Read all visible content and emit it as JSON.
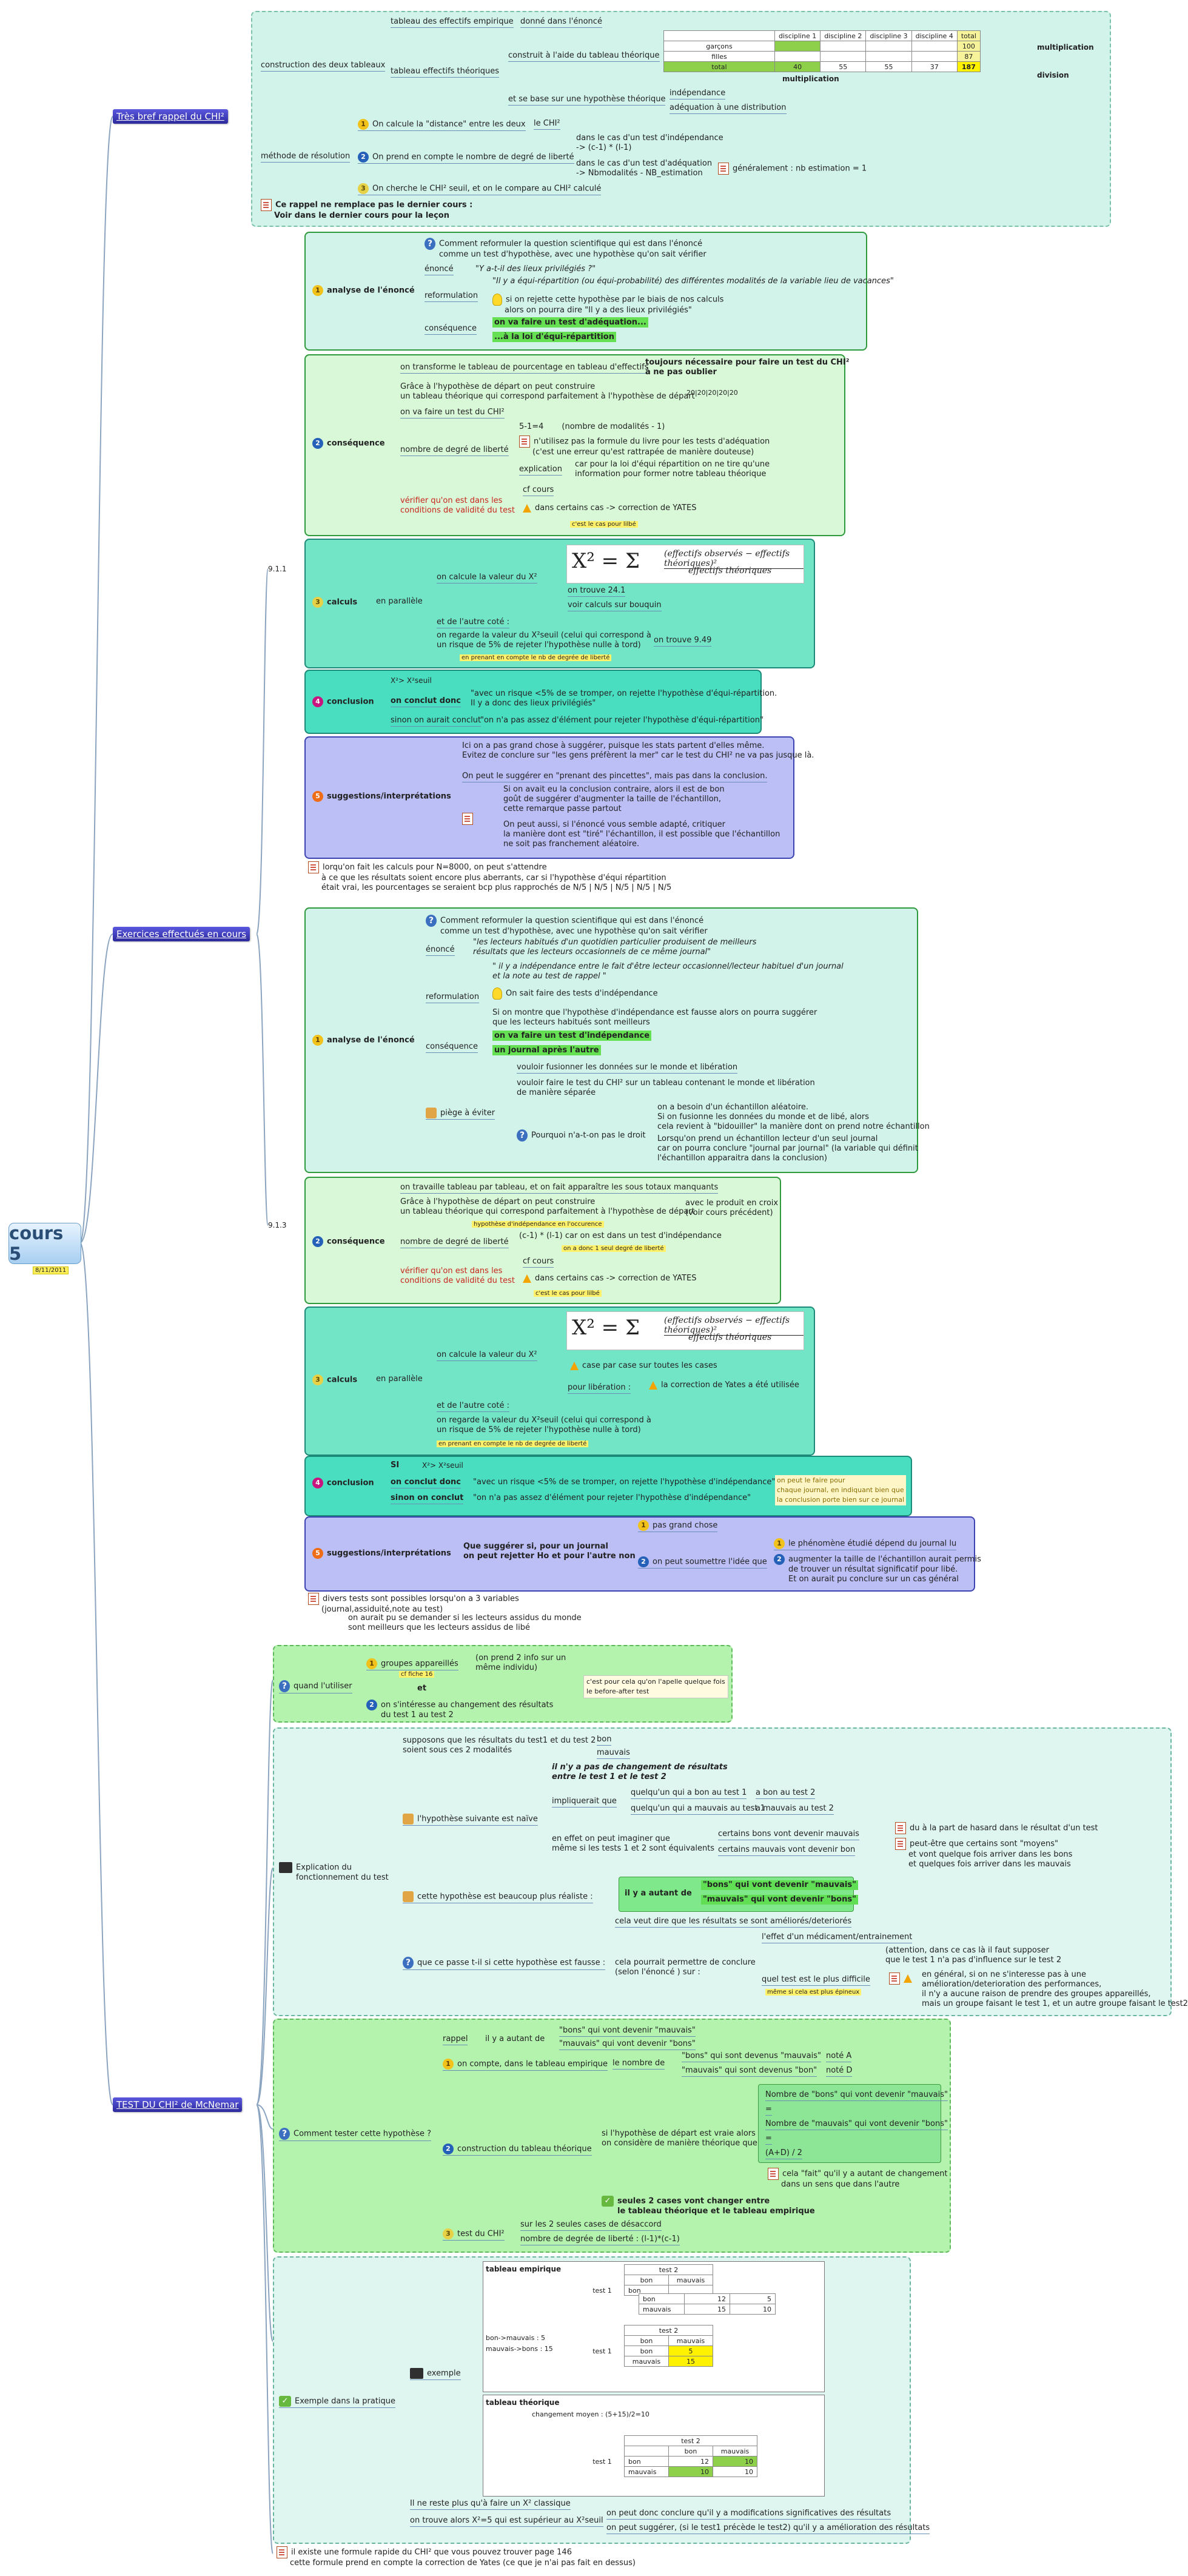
{
  "central": {
    "title": "cours 5",
    "date": "8/11/2011"
  },
  "sections": {
    "s1": "Très bref rappel du CHI²",
    "s2": "Exercices effectués en cours",
    "s3": "TEST DU CHI² de McNemar"
  },
  "rappel": {
    "construction": "construction des deux tableaux",
    "tab_emp": "tableau des effectifs empirique",
    "donne": "donné dans l'énoncé",
    "tab_theo": "tableau effectifs théoriques",
    "construit": "construit à l'aide du tableau théorique",
    "base": "et se base sur une hypothèse théorique",
    "indep": "indépendance",
    "adeq": "adéquation à une distribution",
    "methode": "méthode de résolution",
    "m1": "On calcule la \"distance\" entre les deux",
    "m1b": "le CHI²",
    "m2": "On prend en compte le nombre de degré de liberté",
    "m2a": "dans le cas d'un test d'indépendance",
    "m2a2": "-> (c-1) * (l-1)",
    "m2b": "dans le cas d'un test d'adéquation",
    "m2b2": "-> Nbmodalités - NB_estimation",
    "m2note": "généralement : nb estimation = 1",
    "m3": "On cherche le CHI² seuil, et on le compare au CHI² calculé",
    "note": "Ce rappel ne remplace pas le dernier cours :",
    "note2": "Voir dans le dernier cours pour la leçon",
    "table": {
      "headers": [
        "discipline 1",
        "discipline 2",
        "discipline 3",
        "discipline 4",
        "total"
      ],
      "rows": [
        [
          "garçons",
          "",
          "",
          "",
          "",
          "100"
        ],
        [
          "filles",
          "",
          "",
          "",
          "",
          "87"
        ],
        [
          "total",
          "40",
          "55",
          "55",
          "37",
          "187"
        ]
      ],
      "mult": "multiplication",
      "div": "division",
      "mult2": "multiplication"
    }
  },
  "ex1": {
    "label": "9.1.1",
    "a_title": "analyse de l'énoncé",
    "a_q": "Comment reformuler la question scientifique qui est dans l'énoncé",
    "a_q2": "comme un test d'hypothèse, avec une hypothèse qu'on sait vérifier",
    "enonce": "énoncé",
    "enonce_t": "\"Y a-t-il des lieux privilégiés ?\"",
    "reform": "reformulation",
    "reform_t": "\"Il y a équi-répartition (ou équi-probabilité) des différentes modalités de la variable lieu de vacances\"",
    "reform_b": "si on rejette cette hypothèse par le biais de nos calculs",
    "reform_b2": "alors on pourra dire \"Il y a des lieux privilégiés\"",
    "conseq": "conséquence",
    "conseq1": "on va faire un test d'adéquation...",
    "conseq2": "...à la loi d'équi-répartition",
    "c_title": "conséquence",
    "c1": "on transforme le tableau de pourcentage en tableau d'effectifs",
    "c1b": "toujours nécessaire pour faire un test du CHI²",
    "c1c": "à ne pas oublier",
    "c2": "Grâce à l'hypothèse de départ on peut construire",
    "c2b": "un tableau théorique qui correspond parfaitement à l'hypothèse de départ",
    "c2c": "20|20|20|20|20",
    "c3": "on va faire un test du CHI²",
    "c4": "nombre de degré de liberté",
    "c4a": "5-1=4",
    "c4a2": "(nombre de modalités - 1)",
    "c4b": "n'utilisez pas la formule du livre pour les tests d'adéquation",
    "c4b2": "(c'est une erreur qu'est rattrapée de manière douteuse)",
    "c4c": "explication",
    "c4c2": "car pour la loi d'équi répartition on ne tire qu'une",
    "c4c3": "information pour former notre tableau théorique",
    "c5": "vérifier qu'on est dans les",
    "c5b": "conditions de validité du test",
    "c5c": "cf cours",
    "c5d": "dans certains cas -> correction de YATES",
    "c5e": "c'est le cas pour lilbé",
    "calc_title": "calculs",
    "parallele": "en parallèle",
    "calc1": "on calcule la valeur du X²",
    "calc1a": "on trouve 24.1",
    "calc1b": "voir calculs sur bouquin",
    "calc2": "et de l'autre coté :",
    "calc3": "on regarde la valeur du X²seuil (celui qui correspond à",
    "calc3b": "un risque de 5% de rejeter l'hypothèse nulle à tord)",
    "calc3c": "on trouve 9.49",
    "calc3d": "en prenant en compte le nb de degrée de liberté",
    "formula": "X² = Σ (effectifs observés − effectifs théoriques)² / effectifs théoriques",
    "concl_title": "conclusion",
    "concl_a": "X²> X²seuil",
    "concl_b": "on conclut donc",
    "concl_b2": "\"avec un risque <5% de se tromper, on rejette l'hypothèse d'équi-répartition.",
    "concl_b3": "Il y a donc des lieux privilégiés\"",
    "concl_c": "sinon on aurait conclut",
    "concl_c2": "\"on n'a pas assez d'élément pour rejeter l'hypothèse d'équi-répartition\"",
    "sugg_title": "suggestions/interprétations",
    "sugg1": "Ici on a pas grand chose à suggérer, puisque les stats partent d'elles même.",
    "sugg1b": "Evitez de conclure sur \"les gens préfèrent la mer\" car le test du CHI² ne va pas jusque là.",
    "sugg2": "On peut le suggérer en \"prenant des pincettes\", mais pas dans la conclusion.",
    "sugg3": "Si on avait eu la conclusion contraire, alors il est de bon",
    "sugg3b": "goût de suggérer d'augmenter la taille de l'échantillon,",
    "sugg3c": "cette remarque passe partout",
    "sugg4": "On peut aussi, si l'énoncé vous semble adapté, critiquer",
    "sugg4b": "la manière dont est \"tiré\" l'échantillon, il est possible que l'échantillon",
    "sugg4c": "ne soit pas franchement aléatoire.",
    "endnote": "lorqu'on fait les calculs pour N=8000, on peut s'attendre",
    "endnote2": "à ce que les résultats soient encore plus aberrants, car si l'hypothèse d'équi répartition",
    "endnote3": "était vrai, les pourcentages se seraient bcp plus rapprochés de N/5 | N/5 | N/5 | N/5 | N/5"
  },
  "ex2": {
    "label": "9.1.3",
    "a_title": "analyse de l'énoncé",
    "a_q": "Comment reformuler la question scientifique qui est dans l'énoncé",
    "a_q2": "comme un test d'hypothèse, avec une hypothèse qu'on sait vérifier",
    "enonce": "énoncé",
    "enonce_t": "\"les lecteurs habitués d'un quotidien particulier produisent de meilleurs",
    "enonce_t2": "résultats que les lecteurs occasionnels de ce même journal\"",
    "reform": "reformulation",
    "reform_t": "\" il y a indépendance entre le fait d'être lecteur occasionnel/lecteur habituel d'un journal",
    "reform_t2": "et la note au test de rappel \"",
    "reform_b": "On sait faire des tests d'indépendance",
    "reform_c": "Si on montre que l'hypothèse d'indépendance est fausse alors on pourra suggérer",
    "reform_c2": "que les lecteurs habitués sont meilleurs",
    "conseq": "conséquence",
    "conseq1": "on va faire un test d'indépendance",
    "conseq2": "un journal après l'autre",
    "piege": "piège à éviter",
    "p1": "vouloir fusionner les données sur le monde et libération",
    "p2": "vouloir faire le test du CHI² sur un tableau contenant le monde et libération",
    "p2b": "de manière séparée",
    "p3": "on a besoin d'un échantillon aléatoire.",
    "p3b": "Si on fusionne les données du monde et de libé, alors",
    "p3c": "cela revient à \"bidouiller\" la manière dont on prend notre échantillon",
    "p4": "Pourquoi n'a-t-on pas le droit",
    "p5": "Lorsqu'on prend un échantillon lecteur d'un seul journal",
    "p5b": "car on pourra conclure \"journal par journal\" (la variable qui définit",
    "p5c": "l'échantillon apparaitra dans la conclusion)",
    "c_title": "conséquence",
    "c1": "on travaille tableau par tableau, et on fait apparaître les sous totaux manquants",
    "c2": "Grâce à l'hypothèse de départ on peut construire",
    "c2b": "un tableau théorique qui correspond parfaitement à l'hypothèse de départ",
    "c2c": "avec le produit en croix",
    "c2d": "(voir cours précédent)",
    "c2e": "hypothèse d'indépendance en l'occurence",
    "c3": "nombre de degré de liberté",
    "c3a": "(c-1) * (l-1) car on est dans un test d'indépendance",
    "c3b": "on a donc 1 seul degré de liberté",
    "c5": "vérifier qu'on est dans les",
    "c5b": "conditions de validité du test",
    "c5c": "cf cours",
    "c5d": "dans certains cas -> correction de YATES",
    "c5e": "c'est le cas pour lilbé",
    "calc_title": "calculs",
    "parallele": "en parallèle",
    "calc1": "on calcule la valeur du X²",
    "calc1a": "case par case sur toutes les cases",
    "calc1b": "pour libération :",
    "calc1c": "la correction de Yates a été utilisée",
    "calc2": "et de l'autre coté :",
    "calc3": "on regarde la valeur du X²seuil (celui qui correspond à",
    "calc3b": "un risque de 5% de rejeter l'hypothèse nulle à tord)",
    "calc3d": "en prenant en compte le nb de degrée de liberté",
    "concl_title": "conclusion",
    "concl_si": "SI",
    "concl_a": "X²> X²seuil",
    "concl_b": "on conclut donc",
    "concl_b2": "\"avec un risque <5% de se tromper, on rejette l'hypothèse d'indépendance\"",
    "concl_c": "sinon on conclut",
    "concl_c2": "\"on n'a pas assez d'élément pour rejeter l'hypothèse d'indépendance\"",
    "concl_note": "on peut le faire pour",
    "concl_note2": "chaque journal, en indiquant bien que",
    "concl_note3": "la conclusion porte bien sur ce journal",
    "sugg_title": "suggestions/interprétations",
    "sugg1": "Que suggérer si, pour un journal",
    "sugg1b": "on peut rejetter Ho et pour l'autre non",
    "sugg2": "pas grand chose",
    "sugg3": "on peut soumettre l'idée que",
    "sugg3a": "le phénomène étudié dépend du journal lu",
    "sugg3b": "augmenter la taille de l'échantillon aurait permis",
    "sugg3c": "de trouver un résultat significatif pour libé.",
    "sugg3d": "Et on aurait pu conclure sur un cas général",
    "endnote": "divers tests sont possibles lorsqu'on a 3 variables",
    "endnote2": "(journal,assiduité,note au test)",
    "endnote3": "on aurait pu se demander si les lecteurs assidus du monde",
    "endnote4": "sont meilleurs que les lecteurs assidus de libé"
  },
  "mcnemar": {
    "q": "quand l'utiliser",
    "q1": "groupes appareillés",
    "q1b": "(on prend 2 info sur un",
    "q1c": "même individu)",
    "q1d": "cf fiche 16",
    "q_et": "et",
    "q2": "on s'intéresse au changement des résultats",
    "q2b": "du test 1 au test 2",
    "q_note": "c'est pour cela qu'on l'apelle quelque fois",
    "q_note2": "le before-after test",
    "exp": "Explication du",
    "exp2": "fonctionnement du test",
    "e1": "supposons que les résultats du test1 et du test 2",
    "e1b": "soient sous ces 2 modalités",
    "e1c": "bon",
    "e1d": "mauvais",
    "e2": "l'hypothèse suivante est naïve",
    "e2a": "il n'y a pas de changement de résultats",
    "e2a2": "entre le test 1 et le test 2",
    "e2b": "impliquerait que",
    "e2b1": "quelqu'un qui a bon au test 1",
    "e2b1r": "a bon au test 2",
    "e2b2": "quelqu'un qui a mauvais au test 1",
    "e2b2r": "a mauvais au test 2",
    "e2c": "en effet on peut imaginer que",
    "e2c2": "même si les tests 1 et 2 sont équivalents",
    "e2c3": "certains bons vont devenir mauvais",
    "e2c4": "certains mauvais vont devenir bon",
    "e2d": "du à la part de hasard dans le résultat d'un test",
    "e2e": "peut-être que certains sont \"moyens\"",
    "e2e2": "et vont quelque fois arriver dans les bons",
    "e2e3": "et quelques fois arriver dans les mauvais",
    "e3": "cette hypothèse est beaucoup plus réaliste :",
    "e3a": "il y a autant de",
    "e3b": "\"bons\" qui vont devenir \"mauvais\"",
    "e3c": "\"mauvais\" qui vont devenir \"bons\"",
    "e4": "que ce passe t-il si cette hypothèse est fausse :",
    "e4a": "cela veut dire que les résultats se sont améliorés/deteriorés",
    "e4b": "cela pourrait permettre de conclure",
    "e4b2": "(selon l'énoncé ) sur :",
    "e4c": "l'effet d'un médicament/entrainement",
    "e4d": "(attention, dans ce cas là il faut supposer",
    "e4d2": "que le test 1 n'a pas d'influence sur le test 2",
    "e4e": "quel test est le plus difficile",
    "e4e2": "même si cela est plus épineux",
    "e4f": "en général, si on ne s'interesse pas à une",
    "e4f2": "amélioration/deterioration des performances,",
    "e4f3": "il n'y a aucune raison de prendre des groupes appareillés,",
    "e4f4": "mais un groupe faisant le test 1, et un autre groupe faisant le test2",
    "how": "Comment tester cette hypothèse ?",
    "h0": "rappel",
    "h0a": "il y a autant de",
    "h0b": "\"bons\" qui vont devenir \"mauvais\"",
    "h0c": "\"mauvais\" qui vont devenir \"bons\"",
    "h1": "on compte, dans le tableau empirique",
    "h1a": "le nombre de",
    "h1b": "\"bons\" qui sont devenus \"mauvais\"",
    "h1c": "\"mauvais\" qui sont devenus \"bon\"",
    "h1d": "noté A",
    "h1e": "noté D",
    "h2": "construction du tableau théorique",
    "h2a": "si l'hypothèse de départ est vraie alors",
    "h2b": "on considère de manière théorique que",
    "h2c": "Nombre de  \"bons\" qui vont devenir \"mauvais\"",
    "h2d": "=",
    "h2e": "Nombre de \"mauvais\" qui vont devenir \"bons\"",
    "h2f": "=",
    "h2g": "(A+D) / 2",
    "h2h": "cela \"fait\" qu'il y a autant de changement",
    "h2i": "dans un sens que dans l'autre",
    "h2j": "seules 2 cases vont changer entre",
    "h2k": "le tableau théorique et le tableau empirique",
    "h3": "test du CHI²",
    "h3a": "sur les 2 seules cases de désaccord",
    "h3b": "nombre de degrée de liberté : (l-1)*(c-1)",
    "exemple_title": "Exemple dans la pratique",
    "exemple": "exemple",
    "tab_emp": "tableau empirique",
    "test2": "test 2",
    "test1": "test 1",
    "bon": "bon",
    "mauvais": "mauvais",
    "emp_vals": [
      [
        "12",
        "5"
      ],
      [
        "15",
        "10"
      ]
    ],
    "bm": "bon->mauvais : 5",
    "mb": "mauvais->bons : 15",
    "tab_theo": "tableau théorique",
    "chg": "changement moyen : (5+15)/2=10",
    "theo_vals": [
      [
        "12",
        "10"
      ],
      [
        "10",
        "10"
      ]
    ],
    "x1": "Il ne reste plus qu'à faire un X² classique",
    "x2": "on trouve alors X²=5 qui est supérieur au X²seuil",
    "x2a": "on peut donc conclure qu'il y a modifications significatives des résultats",
    "x2b": "on peut suggérer, (si le test1 précède le test2) qu'il y a amélioration des résultats",
    "end": "il existe une formule rapide du CHI² que vous pouvez trouver page 146",
    "end2": "cette formule prend en compte la correction de Yates (ce que je n'ai pas fait en dessus)"
  }
}
